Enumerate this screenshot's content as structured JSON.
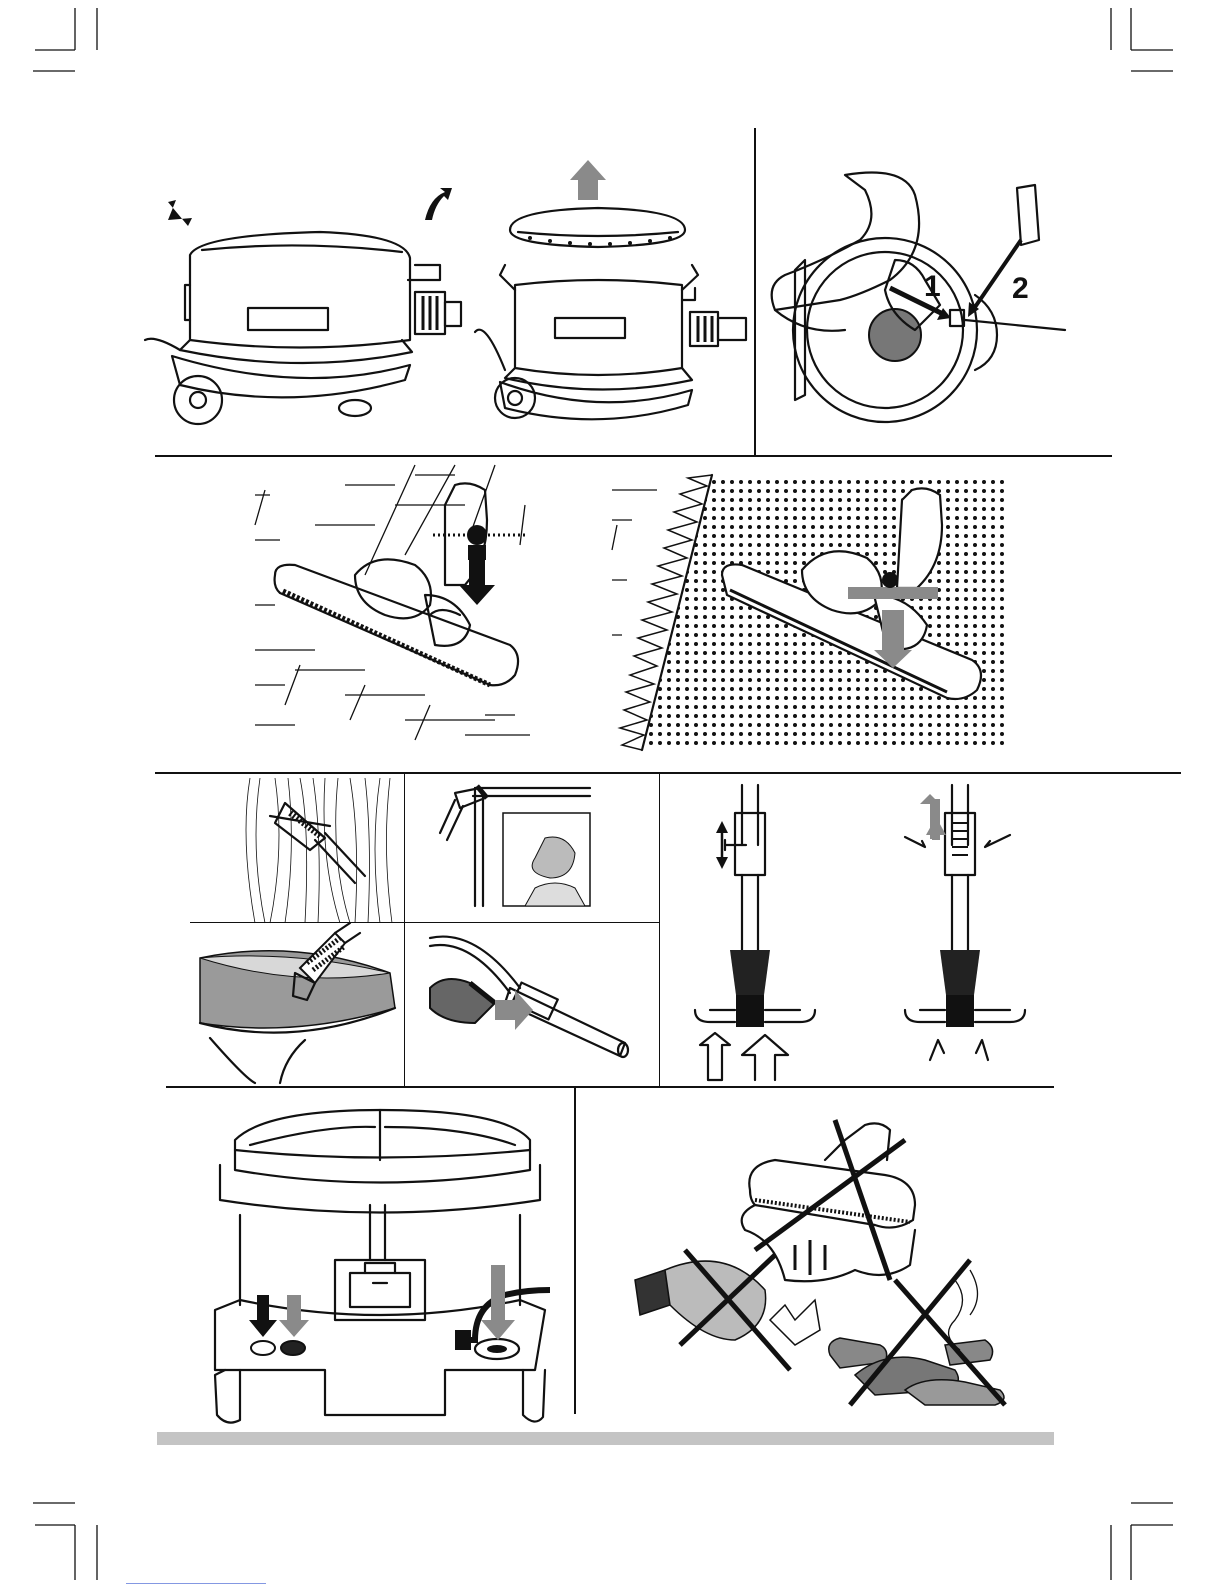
{
  "figure_labels": {
    "dust_bag_step_1": "1",
    "dust_bag_step_2": "2"
  },
  "colors": {
    "line_art": "#111111",
    "arrow_grey": "#8a8a8a",
    "footer_bar": "#c4c4c4"
  },
  "figures": [
    {
      "id": "open-lid-clips",
      "icon": "vacuum-clips-icon"
    },
    {
      "id": "lift-lid",
      "icon": "vacuum-lid-icon"
    },
    {
      "id": "replace-dust-bag",
      "icon": "dust-bag-icon"
    },
    {
      "id": "nozzle-hard-floor",
      "icon": "floor-nozzle-icon"
    },
    {
      "id": "nozzle-carpet",
      "icon": "carpet-nozzle-icon"
    },
    {
      "id": "curtain-brush",
      "icon": "upholstery-brush-icon"
    },
    {
      "id": "crevice-tool",
      "icon": "crevice-tool-icon"
    },
    {
      "id": "dusting-brush",
      "icon": "dusting-brush-icon"
    },
    {
      "id": "tool-on-hose",
      "icon": "hose-tool-icon"
    },
    {
      "id": "suction-control-closed",
      "icon": "suction-slide-icon"
    },
    {
      "id": "suction-control-open",
      "icon": "suction-slide-icon"
    },
    {
      "id": "power-buttons-cord",
      "icon": "power-button-icon"
    },
    {
      "id": "do-not-vacuum",
      "icon": "prohibited-items-icon"
    }
  ]
}
